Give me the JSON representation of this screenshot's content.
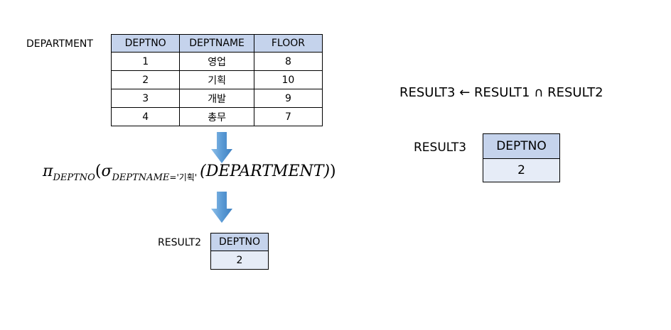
{
  "department": {
    "label": "DEPARTMENT",
    "columns": [
      "DEPTNO",
      "DEPTNAME",
      "FLOOR"
    ],
    "rows": [
      [
        "1",
        "영업",
        "8"
      ],
      [
        "2",
        "기획",
        "10"
      ],
      [
        "3",
        "개발",
        "9"
      ],
      [
        "4",
        "총무",
        "7"
      ]
    ]
  },
  "expression": {
    "pi": "π",
    "pi_sub": "DEPTNO",
    "open_paren": "(",
    "sigma": "σ",
    "sigma_sub": "DEPTNAME",
    "sigma_eq": "=",
    "sigma_val": "'기획'",
    "relation": "(DEPARTMENT)",
    "close_paren": ")"
  },
  "result2": {
    "label": "RESULT2",
    "column": "DEPTNO",
    "value": "2"
  },
  "result3_formula": "RESULT3 ← RESULT1 ∩ RESULT2",
  "result3": {
    "label": "RESULT3",
    "column": "DEPTNO",
    "value": "2"
  },
  "colors": {
    "header": "#c5d3ec",
    "result_cell": "#e6ecf7",
    "arrow": "#5b9bd5"
  }
}
